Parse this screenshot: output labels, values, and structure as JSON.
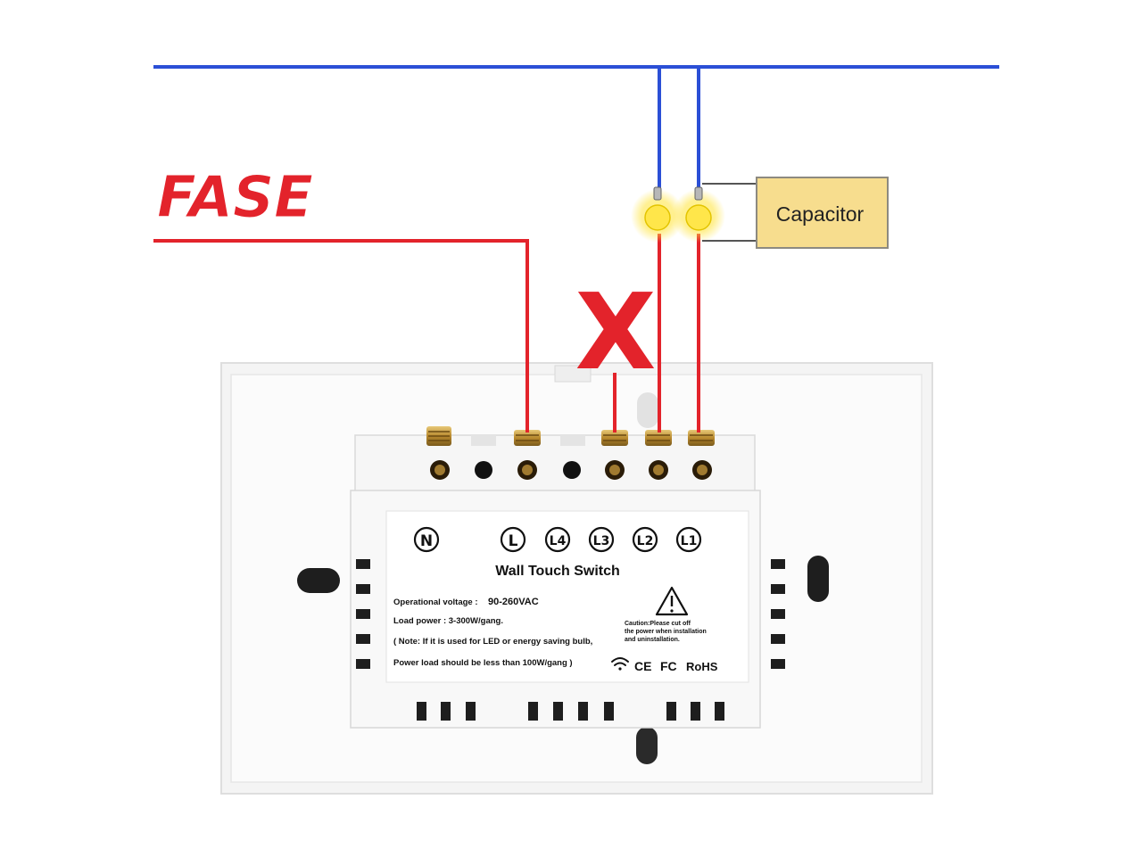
{
  "annotations": {
    "phase_label": "FASE",
    "cross_mark": "X",
    "capacitor_label": "Capacitor"
  },
  "switch": {
    "terminals": [
      "N",
      "L",
      "L4",
      "L3",
      "L2",
      "L1"
    ],
    "title": "Wall Touch Switch",
    "voltage_label": "Operational voltage :",
    "voltage_value": "90-260VAC",
    "load_power": "Load power : 3-300W/gang.",
    "note_line1": "( Note: If it is used for LED or energy saving bulb,",
    "note_line2": "Power load should be less than 100W/gang )",
    "caution_line1": "Caution:Please cut off",
    "caution_line2": "the power when installation",
    "caution_line3": "and uninstallation.",
    "cert_ce": "CE",
    "cert_fc": "FC",
    "cert_rohs": "RoHS"
  },
  "colors": {
    "neutral_wire": "#2b4fd6",
    "phase_wire": "#e3232b",
    "capacitor_fill": "#f7dd8e",
    "lamp": "#ffe64a",
    "brass": "#c9a24a"
  }
}
